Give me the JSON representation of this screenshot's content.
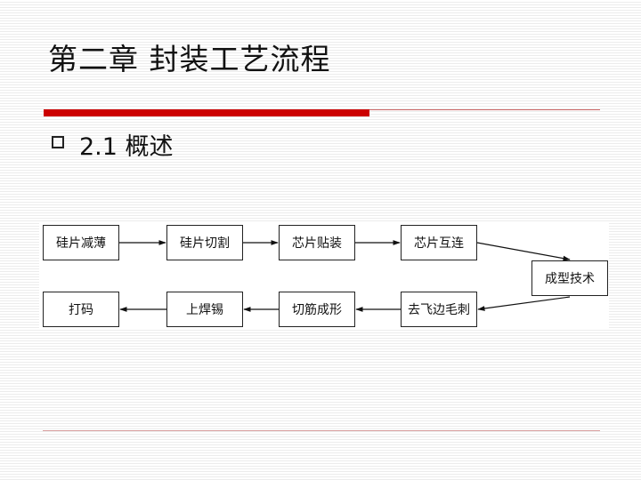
{
  "slide": {
    "title": "第二章  封装工艺流程",
    "section": "2.1  概述"
  },
  "flowchart": {
    "top_row": [
      "硅片减薄",
      "硅片切割",
      "芯片贴装",
      "芯片互连"
    ],
    "turn_step": "成型技术",
    "bottom_row": [
      "打码",
      "上焊锡",
      "切筋成形",
      "去飞边毛刺"
    ]
  }
}
